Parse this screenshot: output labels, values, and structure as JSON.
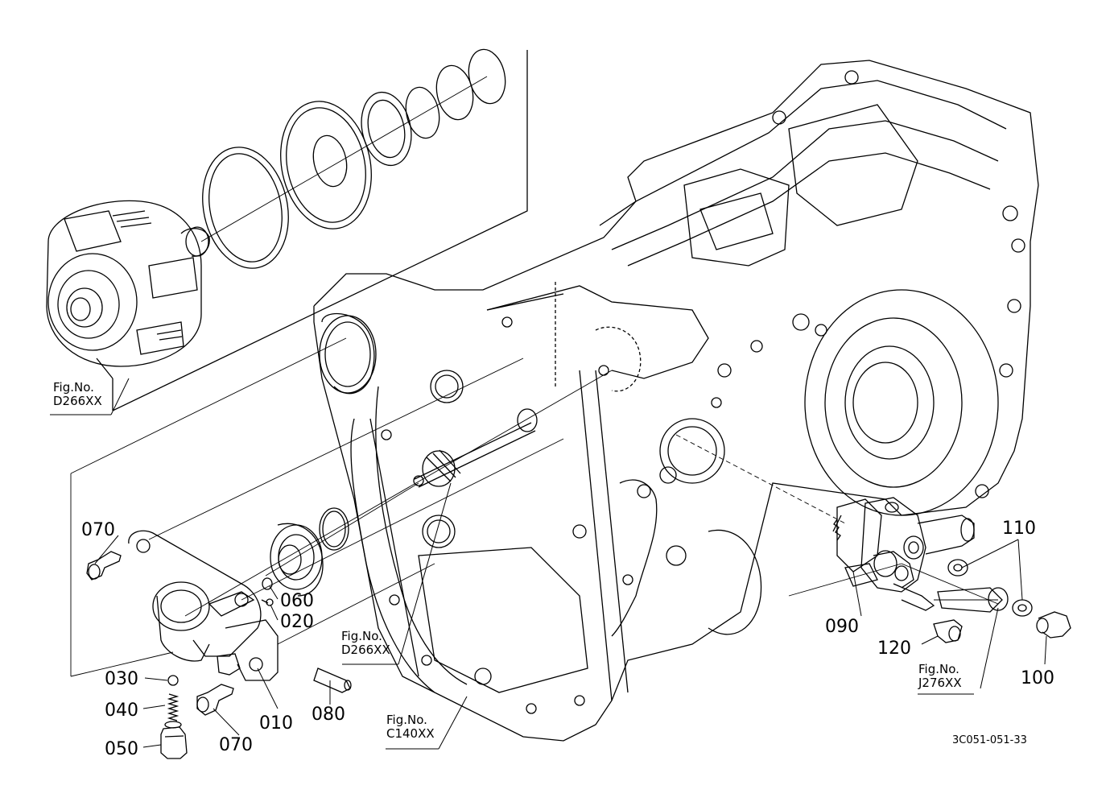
{
  "diagram_code": "3C051-051-33",
  "figure_refs": [
    {
      "id": "ref-d266xx-top",
      "line1": "Fig.No.",
      "line2": "D266XX"
    },
    {
      "id": "ref-d266xx-mid",
      "line1": "Fig.No.",
      "line2": "D266XX"
    },
    {
      "id": "ref-c140xx",
      "line1": "Fig.No.",
      "line2": "C140XX"
    },
    {
      "id": "ref-j276xx",
      "line1": "Fig.No.",
      "line2": "J276XX"
    }
  ],
  "part_labels": {
    "p070a": "070",
    "p060": "060",
    "p020": "020",
    "p030": "030",
    "p040": "040",
    "p050": "050",
    "p070b": "070",
    "p010": "010",
    "p080": "080",
    "p090": "090",
    "p110": "110",
    "p120": "120",
    "p100": "100"
  }
}
